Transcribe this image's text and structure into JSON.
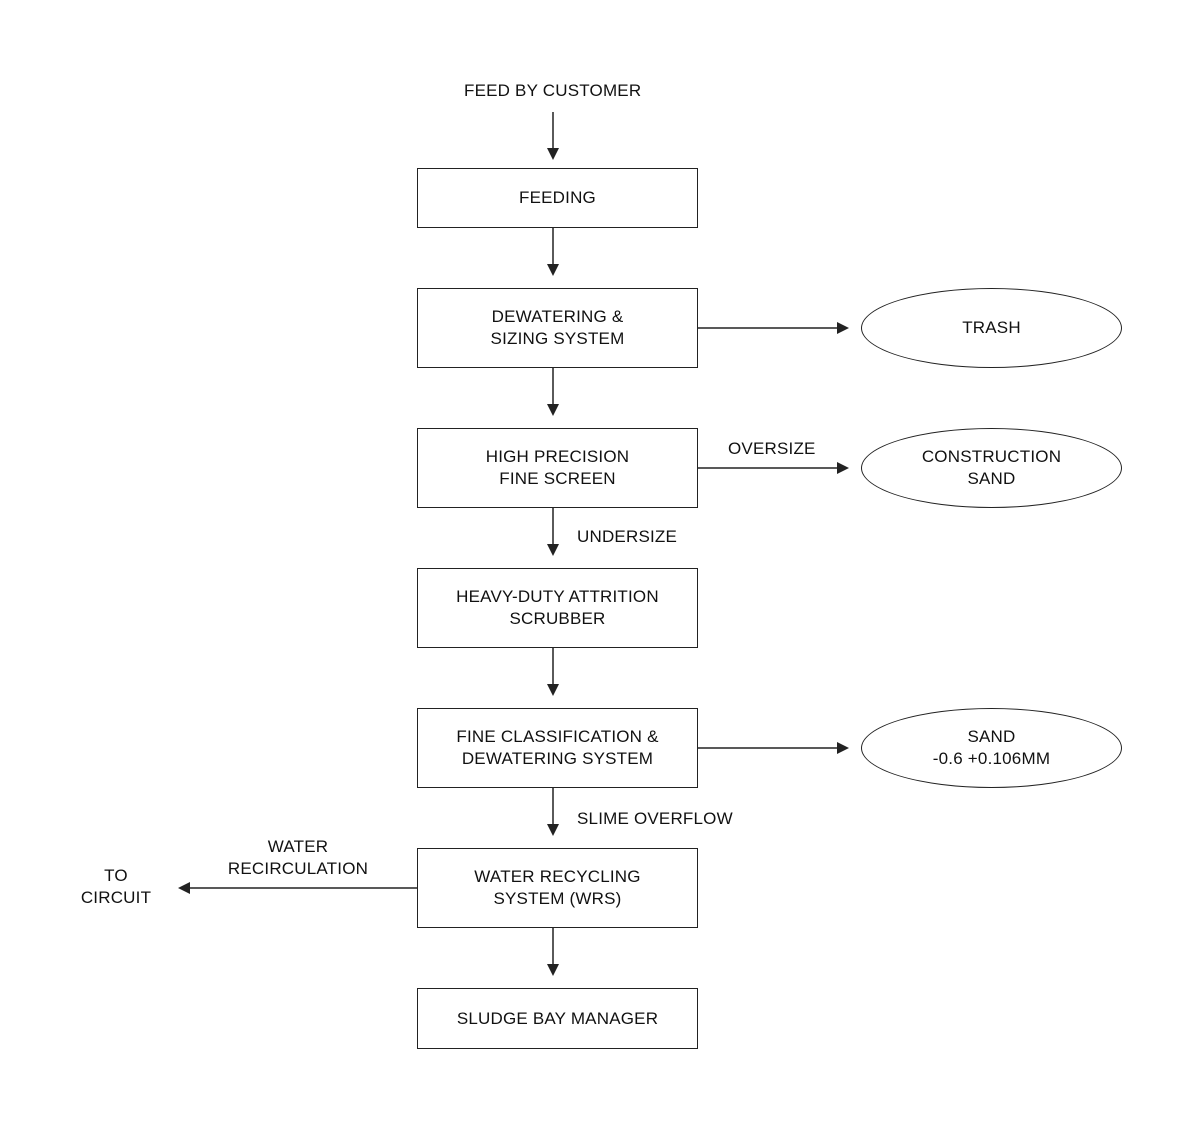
{
  "diagram": {
    "nodes": {
      "feeding": {
        "lines": [
          "FEEDING"
        ]
      },
      "dewater": {
        "lines": [
          "DEWATERING &",
          "SIZING SYSTEM"
        ]
      },
      "screen": {
        "lines": [
          "HIGH PRECISION",
          "FINE SCREEN"
        ]
      },
      "scrubber": {
        "lines": [
          "HEAVY-DUTY ATTRITION",
          "SCRUBBER"
        ]
      },
      "classify": {
        "lines": [
          "FINE CLASSIFICATION &",
          "DEWATERING SYSTEM"
        ]
      },
      "wrs": {
        "lines": [
          "WATER RECYCLING",
          "SYSTEM (WRS)"
        ]
      },
      "sludge": {
        "lines": [
          "SLUDGE BAY MANAGER"
        ]
      }
    },
    "outputs": {
      "trash": {
        "lines": [
          "TRASH"
        ]
      },
      "construct": {
        "lines": [
          "CONSTRUCTION",
          "SAND"
        ]
      },
      "sand": {
        "lines": [
          "SAND",
          "-0.6 +0.106MM"
        ]
      }
    },
    "labels": {
      "feed": [
        "FEED BY CUSTOMER"
      ],
      "oversize": [
        "OVERSIZE"
      ],
      "undersize": [
        "UNDERSIZE"
      ],
      "slime": [
        "SLIME OVERFLOW"
      ],
      "water": [
        "WATER",
        "RECIRCULATION"
      ],
      "circuit": [
        "TO",
        "CIRCUIT"
      ]
    },
    "line_color": "#222222"
  }
}
